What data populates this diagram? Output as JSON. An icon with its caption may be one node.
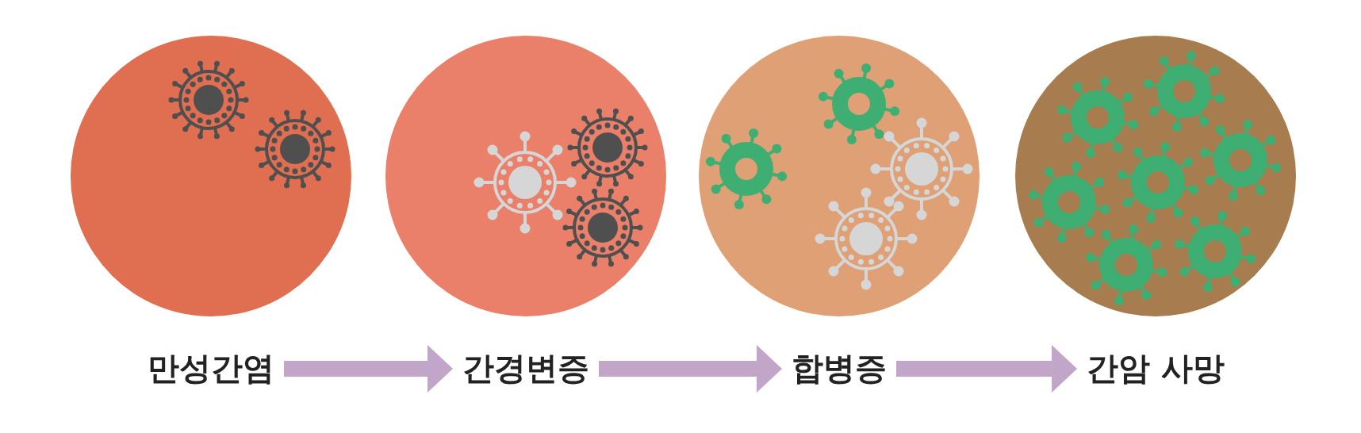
{
  "diagram": {
    "nodes": [
      {
        "text": [
          "만성간염"
        ]
      },
      {
        "text": [
          "간경변증"
        ]
      },
      {
        "text": [
          "합병증"
        ]
      },
      {
        "text": [
          "간암 사망"
        ]
      }
    ],
    "edges": [
      {
        "from": 0,
        "to": 1,
        "arrow": "to"
      },
      {
        "from": 1,
        "to": 2,
        "arrow": "to"
      },
      {
        "from": 2,
        "to": 3,
        "arrow": "to"
      }
    ]
  }
}
